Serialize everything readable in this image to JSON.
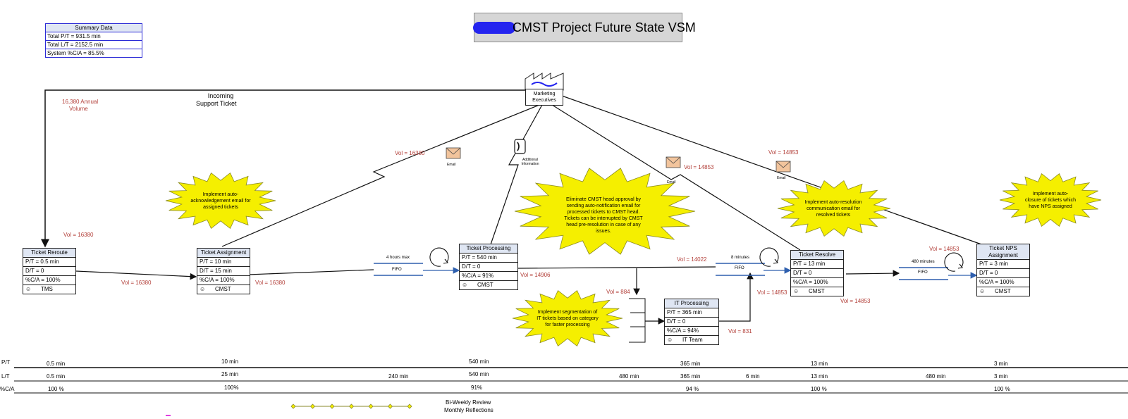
{
  "title": "CMST Project Future State VSM",
  "summary": {
    "header": "Summary Data",
    "rows": [
      "Total P/T = 931.5 min",
      "Total L/T = 2152.5 min",
      "System %C/A = 85.5%"
    ]
  },
  "customer": {
    "label": "Marketing Executives"
  },
  "incoming": {
    "label_line1": "Incoming",
    "label_line2": "Support Ticket",
    "annual_line1": "16,380 Annual",
    "annual_line2": "Volume"
  },
  "processes": [
    {
      "name": "Ticket Reroute",
      "pt": "P/T = 0.5 min",
      "dt": "D/T = 0",
      "ca": "%C/A = 100%",
      "owner": "TMS"
    },
    {
      "name": "Ticket Assignment",
      "pt": "P/T = 10 min",
      "dt": "D/T = 15 min",
      "ca": "%C/A = 100%",
      "owner": "CMST"
    },
    {
      "name": "Ticket Processing",
      "pt": "P/T = 540 min",
      "dt": "D/T = 0",
      "ca": "%C/A = 91%",
      "owner": "CMST"
    },
    {
      "name": "IT Processing",
      "pt": "P/T = 365 min",
      "dt": "D/T = 0",
      "ca": "%C/A = 94%",
      "owner": "IT Team"
    },
    {
      "name": "Ticket Resolve",
      "pt": "P/T = 13 min",
      "dt": "D/T = 0",
      "ca": "%C/A = 100%",
      "owner": "CMST"
    },
    {
      "name": "Ticket NPS Assignment",
      "pt": "P/T = 3 min",
      "dt": "D/T = 0",
      "ca": "%C/A = 100%",
      "owner": "CMST"
    }
  ],
  "volumes": {
    "v_reroute_top": "Vol = 16380",
    "v_reroute_assign": "Vol =  16380",
    "v_assign_out": "Vol = 16380",
    "v_email1": "Vol = 16380",
    "v_proc_out": "Vol = 14906",
    "v_proc_right": "Vol = 14022",
    "v_it_in": "Vol = 884",
    "v_it_out": "Vol = 831",
    "v_resolve_in": "Vol = 14853",
    "v_resolve_out": "Vol = 14853",
    "v_email2": "Vol = 14853",
    "v_email3": "Vol = 14853",
    "v_nps": "Vol = 14853"
  },
  "fifo": {
    "label": "FIFO",
    "f1_time": "4 hours max",
    "f2_time": "8 minutes",
    "f3_time": "480 minutes"
  },
  "icons": {
    "email": "Email",
    "phone_label": "Additional Information",
    "email_icon": "envelope-icon",
    "phone_icon": "phone-icon",
    "operator_icon": "operator-icon",
    "loop_icon": "cycle-arrow-icon",
    "factory_icon": "factory-icon",
    "burst_icon": "kaizen-burst-icon"
  },
  "kaizen": [
    "Implement auto-acknowledgement email for assigned tickets",
    "Eliminate CMST head approval by sending auto-notification email for processed tickets to CMST head. Tickets can be interrupted by CMST head pre-resolution in case of any issues.",
    "Implement segmentation of IT tickets based on category for faster processing",
    "Implement auto-resolution communication email for resolved tickets",
    "Implement auto-closure of tickets which have NPS assigned"
  ],
  "timeline": {
    "row_labels": [
      "P/T",
      "L/T",
      "%C/A"
    ],
    "pt": [
      "0.5  min",
      "10 min",
      "540  min",
      "365 min",
      "13 min",
      "3 min"
    ],
    "lt_proc": [
      "0.5  min",
      "25 min",
      "540  min",
      "365 min",
      "13 min",
      "3 min"
    ],
    "lt_wait": [
      "240 min",
      "480 min",
      "6 min",
      "480 min"
    ],
    "ca": [
      "100  %",
      "100%",
      "91%",
      "94 %",
      "100 %",
      "100 %"
    ]
  },
  "review": {
    "line1": "Bi-Weekly Review",
    "line2": "Monthly Reflections"
  },
  "colors": {
    "burst": "#f5ef00",
    "fifo_blue": "#2e5fae",
    "vol_red": "#b3403a",
    "header_fill": "#dfe6f3"
  }
}
